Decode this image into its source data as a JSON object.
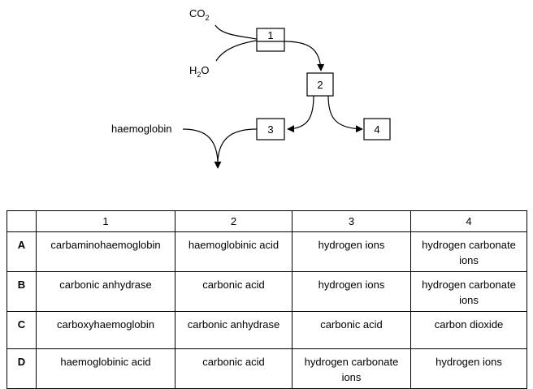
{
  "diagram": {
    "labels": {
      "co2_base": "CO",
      "co2_sub": "2",
      "h2o_h": "H",
      "h2o_sub": "2",
      "h2o_o": "O",
      "haemoglobin": "haemoglobin"
    },
    "boxes": [
      "1",
      "2",
      "3",
      "4"
    ]
  },
  "table": {
    "headers": [
      "",
      "1",
      "2",
      "3",
      "4"
    ],
    "rows": [
      {
        "letter": "A",
        "cells": [
          "carbaminohaemoglobin",
          "haemoglobinic acid",
          "hydrogen ions",
          "hydrogen carbonate ions"
        ]
      },
      {
        "letter": "B",
        "cells": [
          "carbonic anhydrase",
          "carbonic acid",
          "hydrogen ions",
          "hydrogen carbonate ions"
        ]
      },
      {
        "letter": "C",
        "cells": [
          "carboxyhaemoglobin",
          "carbonic anhydrase",
          "carbonic acid",
          "carbon dioxide"
        ]
      },
      {
        "letter": "D",
        "cells": [
          "haemoglobinic acid",
          "carbonic acid",
          "hydrogen carbonate ions",
          "hydrogen ions"
        ]
      }
    ]
  }
}
